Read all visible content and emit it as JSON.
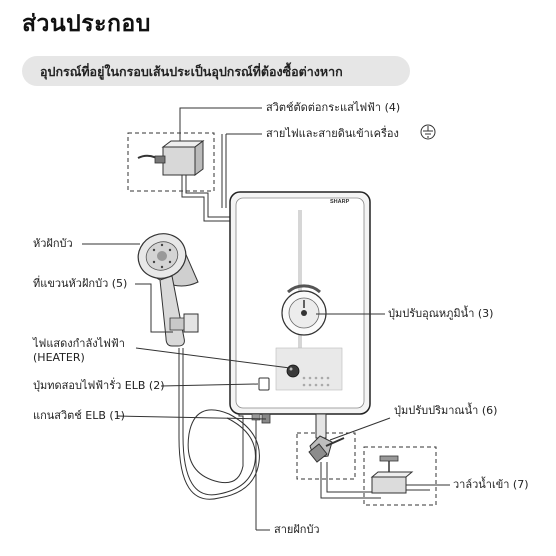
{
  "title": "ส่วนประกอบ",
  "subtitle": "อุปกรณ์ที่อยู่ในกรอบเส้นประเป็นอุปกรณ์ที่ต้องซื้อต่างหาก",
  "brand": "SHARP",
  "labels": {
    "switch": "สวิตช์ตัดต่อกระแสไฟฟ้า (4)",
    "cable": "สายไฟและสายดินเข้าเครื่อง",
    "shower_head": "หัวฝักบัว",
    "holder": "ที่แขวนหัวฝักบัว (5)",
    "heater_light_line1": "ไฟแสดงกำลังไฟฟ้า",
    "heater_light_line2": "(HEATER)",
    "elb_test": "ปุ่มทดสอบไฟฟ้ารั่ว ELB (2)",
    "elb_lever": "แกนสวิตช์ ELB (1)",
    "temp_knob": "ปุ่มปรับอุณหภูมิน้ำ (3)",
    "flow_knob": "ปุ่มปรับปริมาณน้ำ (6)",
    "inlet_valve": "วาล์วน้ำเข้า (7)",
    "hose": "สายฝักบัว"
  },
  "icons": {
    "ground": "ground-symbol-icon"
  }
}
